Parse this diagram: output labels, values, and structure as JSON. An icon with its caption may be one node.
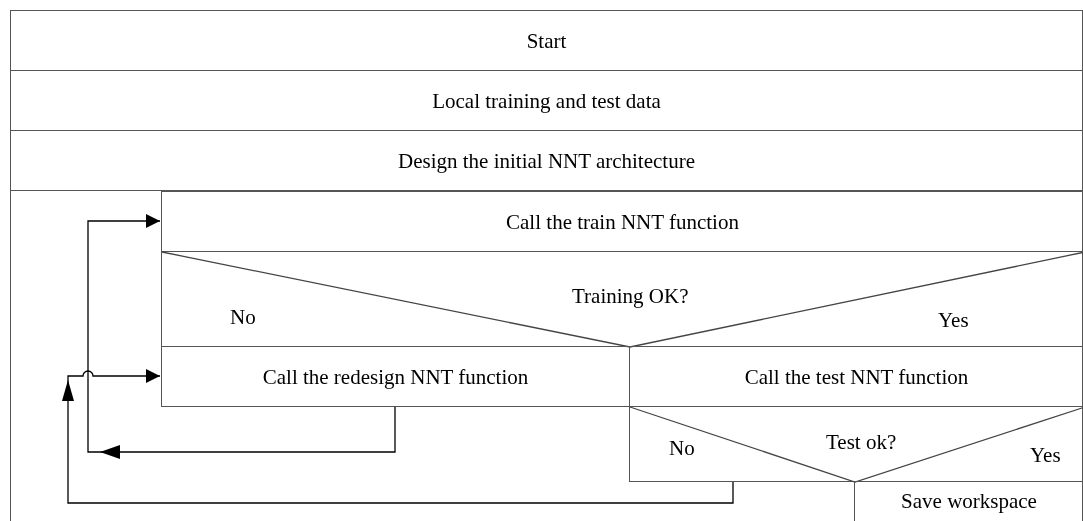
{
  "diagram": {
    "nodes": [
      {
        "text": [
          "Start"
        ]
      },
      {
        "text": [
          "Local training and test data"
        ]
      },
      {
        "text": [
          "Design the initial NNT architecture"
        ]
      },
      {
        "text": [],
        "shape": "box"
      },
      {
        "text": [
          "Call the train NNT function"
        ],
        "in": 3
      },
      {
        "text": [
          "Training OK?",
          "No",
          "Yes"
        ],
        "in": 3
      },
      {
        "text": [
          "Call the redesign NNT function"
        ],
        "in": 3
      },
      {
        "text": [
          "Call the test NNT function"
        ],
        "in": 3
      },
      {
        "text": [
          "Test ok?",
          "No",
          "Yes"
        ],
        "in": 3
      },
      {
        "text": [
          "Save workspace"
        ],
        "in": 3
      }
    ],
    "edges": [
      {
        "from": 6,
        "to": 4,
        "arrow": "to"
      },
      {
        "from": 8,
        "to": 6,
        "arrow": "to"
      }
    ]
  }
}
